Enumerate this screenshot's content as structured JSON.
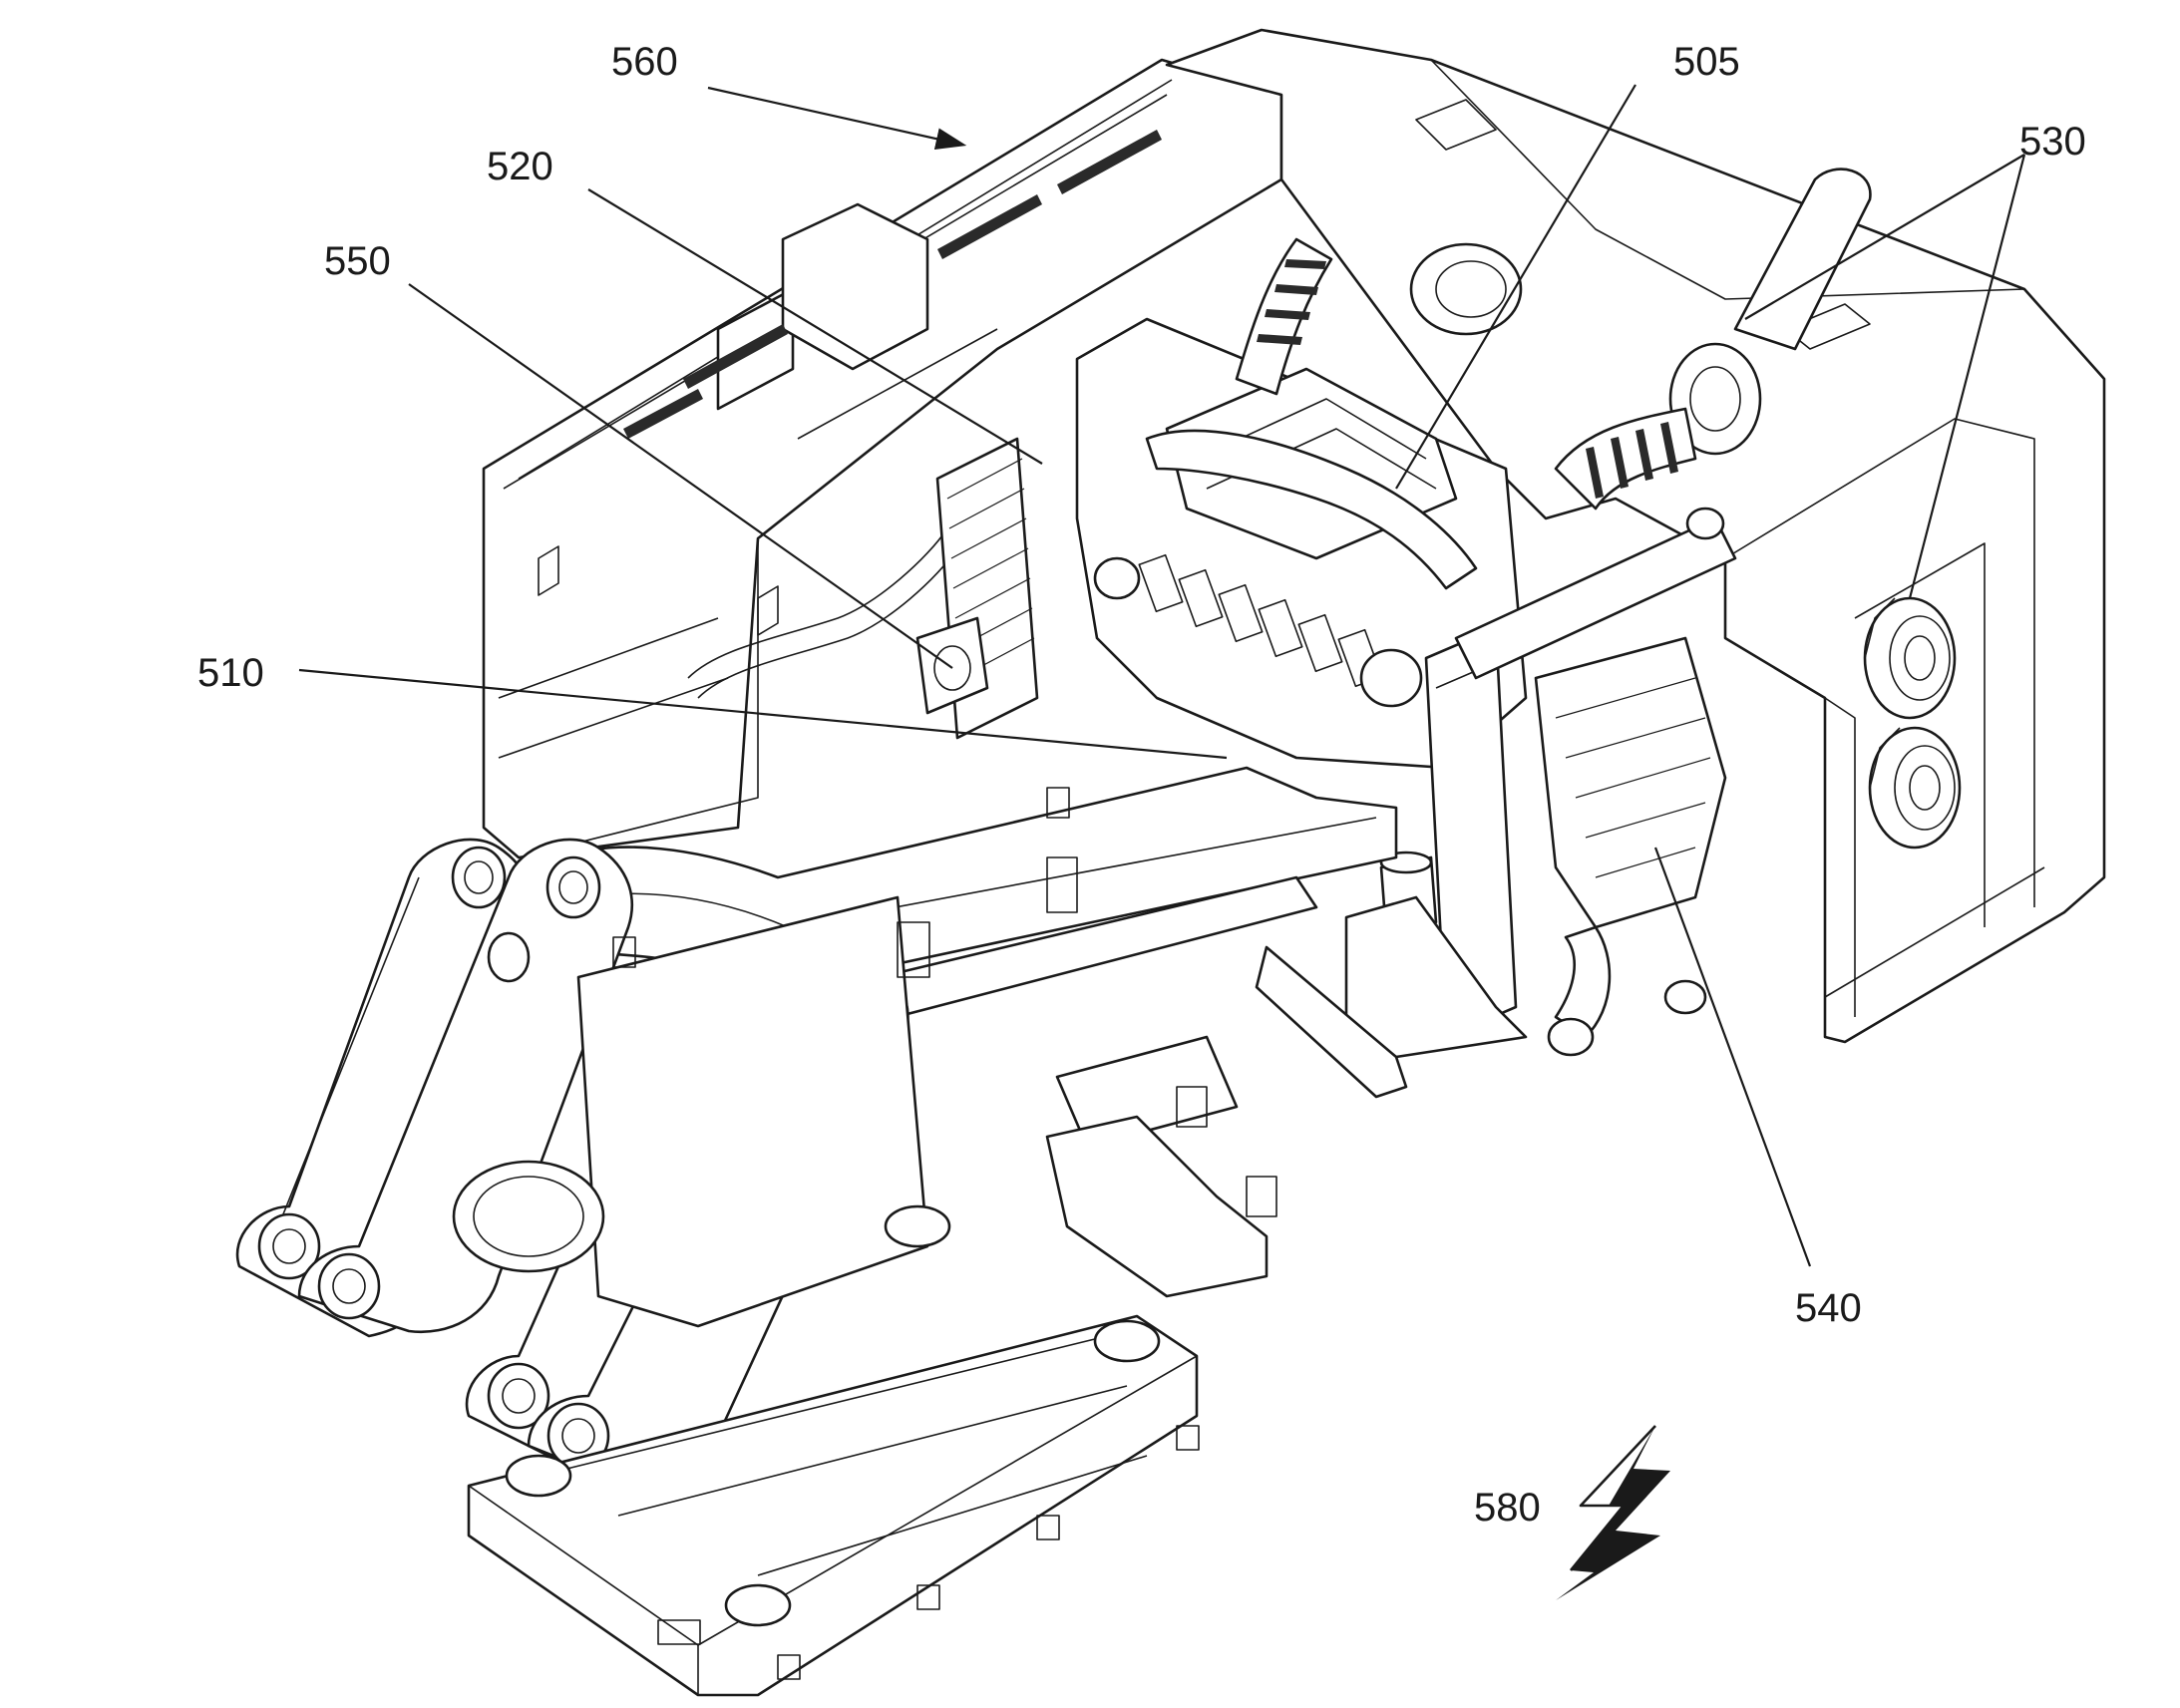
{
  "figure": {
    "labels": [
      {
        "id": "560",
        "text": "560"
      },
      {
        "id": "520",
        "text": "520"
      },
      {
        "id": "550",
        "text": "550"
      },
      {
        "id": "505",
        "text": "505"
      },
      {
        "id": "530",
        "text": "530"
      },
      {
        "id": "510",
        "text": "510"
      },
      {
        "id": "540",
        "text": "540"
      },
      {
        "id": "580",
        "text": "580"
      }
    ],
    "line_color": "#1a1a1a",
    "background": "#ffffff"
  }
}
